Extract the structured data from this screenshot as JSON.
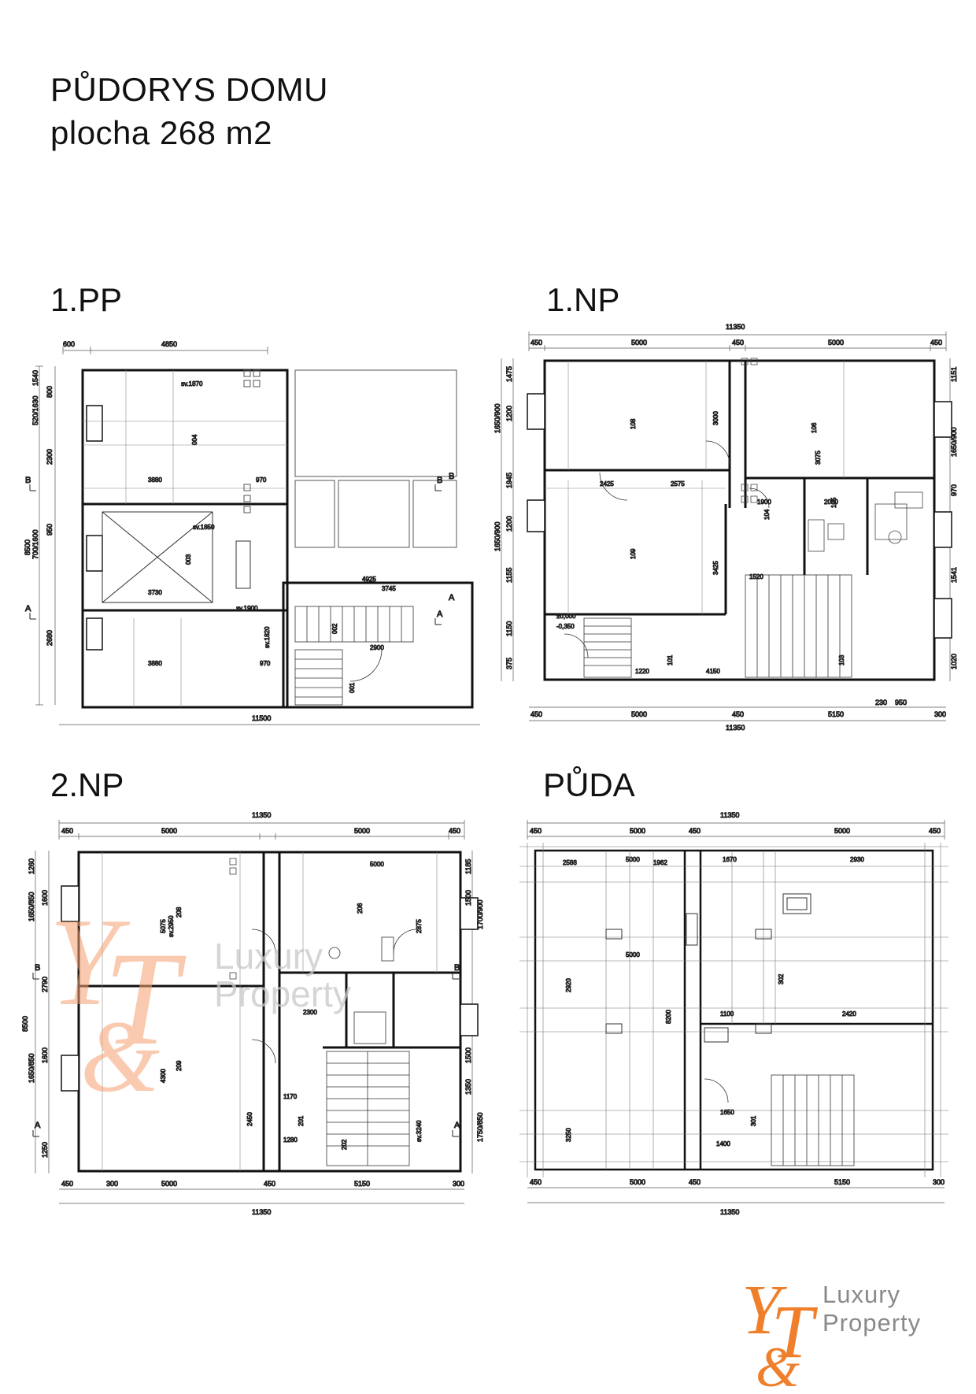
{
  "header": {
    "title": "PŮDORYS DOMU",
    "subtitle": "plocha 268 m2"
  },
  "sections": {
    "pp1": "1.PP",
    "np1": "1.NP",
    "np2": "2.NP",
    "puda": "PŮDA"
  },
  "pp1": {
    "top": [
      "600",
      "4850"
    ],
    "bottom": "11500",
    "rooms": [
      "004",
      "003",
      "002",
      "001"
    ],
    "left": [
      "1540",
      "520/1630",
      "800",
      "2300",
      "8500",
      "950",
      "700/1600",
      "2680"
    ],
    "inner": [
      "3880",
      "970",
      "3730",
      "4925",
      "3745",
      "2900",
      "3880",
      "970",
      "sv.1870",
      "sv.1850",
      "sv.1900",
      "sv.1820"
    ]
  },
  "np1": {
    "top": [
      "11350",
      "450",
      "5000",
      "450",
      "5000",
      "450"
    ],
    "bottom": [
      "450",
      "5000",
      "450",
      "5150",
      "300",
      "11350",
      "230",
      "950"
    ],
    "rooms": [
      "108",
      "106",
      "109",
      "105",
      "104",
      "101",
      "103"
    ],
    "left": [
      "1475",
      "1200",
      "1650/900",
      "1945",
      "1200",
      "1650/900",
      "1155",
      "1150",
      "375"
    ],
    "right": [
      "1151",
      "1650/900",
      "970",
      "1541",
      "1020"
    ],
    "inner": [
      "3000",
      "3075",
      "2425",
      "2575",
      "3425",
      "1220",
      "4150",
      "1900",
      "2050",
      "1520",
      "±0,000",
      "-0,350"
    ]
  },
  "np2": {
    "top": [
      "11350",
      "450",
      "5000",
      "5000",
      "450"
    ],
    "bottom": [
      "450",
      "5000",
      "450",
      "5150",
      "300",
      "11350",
      "300"
    ],
    "rooms": [
      "208",
      "206",
      "209",
      "201",
      "202"
    ],
    "left": [
      "1260",
      "1600",
      "1650/850",
      "2790",
      "1600",
      "1650/850",
      "1250",
      "8500"
    ],
    "right": [
      "1185",
      "1500",
      "1700/900",
      "1500",
      "1350",
      "1750/850"
    ],
    "inner": [
      "5000",
      "2875",
      "5075",
      "4300",
      "2450",
      "2300",
      "1170",
      "1280",
      "sv.2950",
      "sv.3240"
    ]
  },
  "puda": {
    "top": [
      "11350",
      "450",
      "5000",
      "450",
      "5000",
      "450"
    ],
    "bottom": [
      "450",
      "5000",
      "450",
      "5150",
      "300",
      "11350"
    ],
    "rooms": [
      "302",
      "301"
    ],
    "inner": [
      "2588",
      "5000",
      "1962",
      "1670",
      "2930",
      "2920",
      "5000",
      "8200",
      "1100",
      "2420",
      "3250",
      "1400",
      "1650"
    ]
  },
  "watermark": {
    "line1": "Luxury",
    "line2": "Property"
  },
  "logo": {
    "line1": "Luxury",
    "line2": "Property",
    "brand_color": "#f07f2c"
  },
  "axis": {
    "a": "A",
    "b": "B"
  }
}
